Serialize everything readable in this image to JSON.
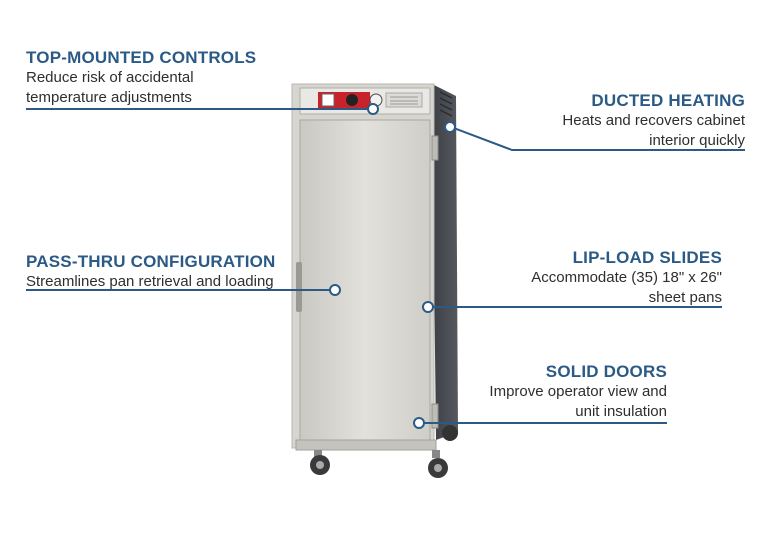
{
  "features": [
    {
      "id": "top-mounted-controls",
      "title": "TOP-MOUNTED CONTROLS",
      "desc": [
        "Reduce risk of accidental",
        "temperature adjustments"
      ]
    },
    {
      "id": "ducted-heating",
      "title": "DUCTED HEATING",
      "desc": [
        "Heats and recovers cabinet",
        "interior quickly"
      ]
    },
    {
      "id": "pass-thru-configuration",
      "title": "PASS-THRU CONFIGURATION",
      "desc": [
        "Streamlines pan retrieval and loading"
      ]
    },
    {
      "id": "lip-load-slides",
      "title": "LIP-LOAD SLIDES",
      "desc": [
        "Accommodate (35) 18\" x 26\"",
        "sheet pans"
      ]
    },
    {
      "id": "solid-doors",
      "title": "SOLID DOORS",
      "desc": [
        "Improve operator view and",
        "unit insulation"
      ]
    }
  ],
  "colors": {
    "accent": "#2b5a86",
    "text": "#2e2e2e",
    "cabinet": "#d9d8d3",
    "control_red": "#c8232c"
  }
}
